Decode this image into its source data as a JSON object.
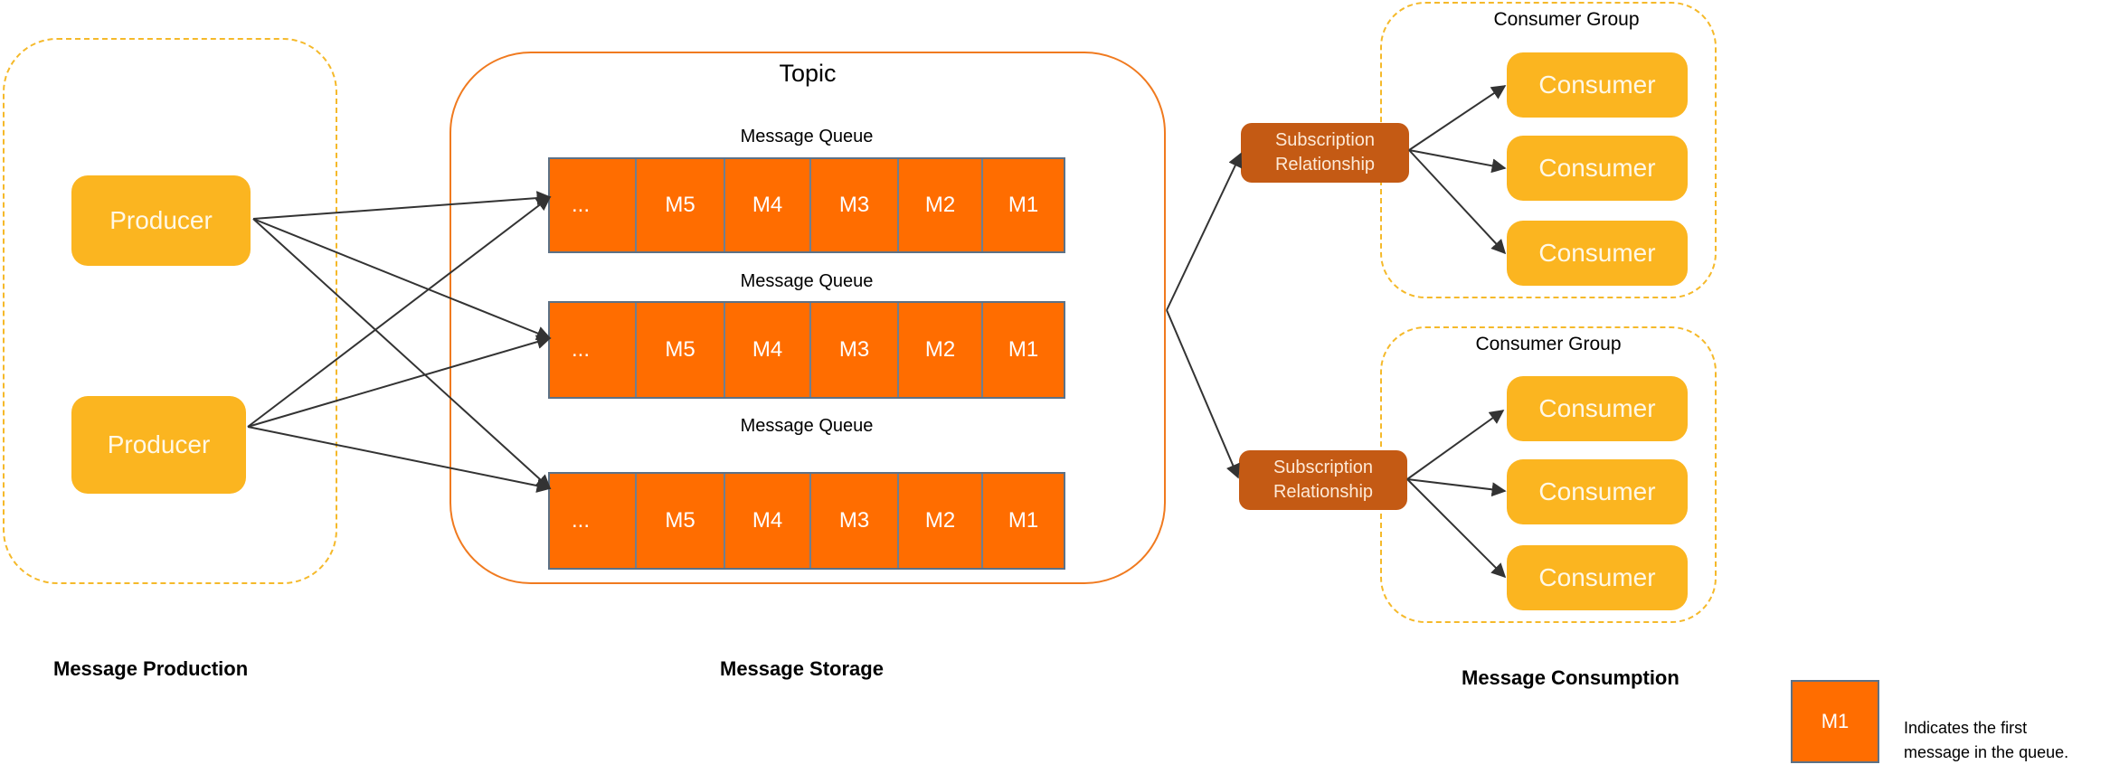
{
  "production": {
    "section_label": "Message Production",
    "producers": [
      {
        "label": "Producer"
      },
      {
        "label": "Producer"
      }
    ]
  },
  "storage": {
    "section_label": "Message Storage",
    "topic_label": "Topic",
    "queues": [
      {
        "label": "Message Queue",
        "cells": [
          "...",
          "M5",
          "M4",
          "M3",
          "M2",
          "M1"
        ]
      },
      {
        "label": "Message Queue",
        "cells": [
          "...",
          "M5",
          "M4",
          "M3",
          "M2",
          "M1"
        ]
      },
      {
        "label": "Message Queue",
        "cells": [
          "...",
          "M5",
          "M4",
          "M3",
          "M2",
          "M1"
        ]
      }
    ]
  },
  "consumption": {
    "section_label": "Message Consumption",
    "groups": [
      {
        "label": "Consumer Group",
        "subscription": [
          "Subscription",
          "Relationship"
        ],
        "consumers": [
          "Consumer",
          "Consumer",
          "Consumer"
        ]
      },
      {
        "label": "Consumer Group",
        "subscription": [
          "Subscription",
          "Relationship"
        ],
        "consumers": [
          "Consumer",
          "Consumer",
          "Consumer"
        ]
      }
    ]
  },
  "legend": {
    "box_label": "M1",
    "text_line1": "Indicates the first",
    "text_line2": "message in the queue."
  },
  "colors": {
    "producer_consumer": "#fbb520",
    "queue": "#ff6d00",
    "subscription": "#c45a14",
    "topic_border": "#f07a1f",
    "group_border": "#f5b92a",
    "arrow": "#333333"
  }
}
